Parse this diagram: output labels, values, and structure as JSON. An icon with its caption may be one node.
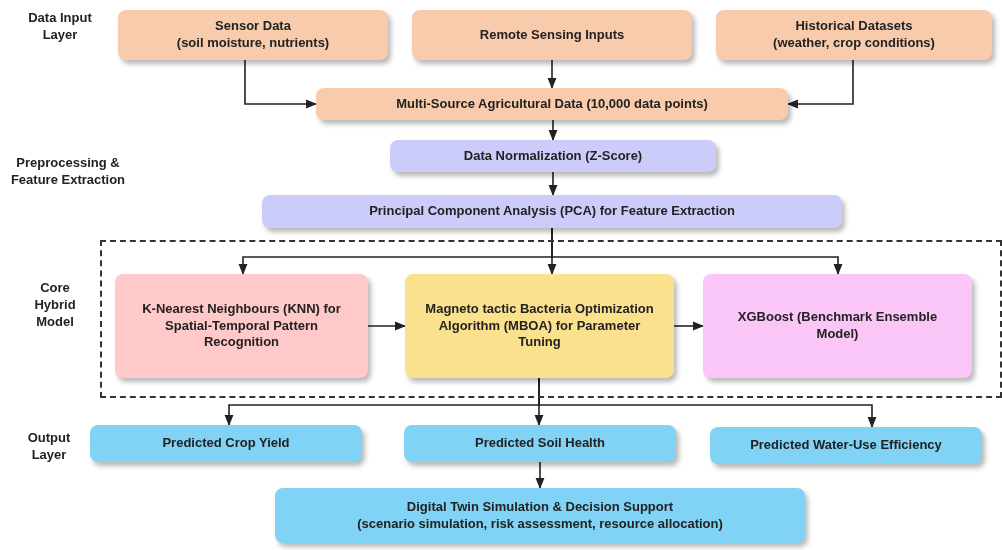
{
  "diagram": {
    "nodes": [
      {
        "text": [
          "Sensor Data",
          "(soil moisture, nutrients)"
        ]
      },
      {
        "text": [
          "Remote Sensing Inputs"
        ]
      },
      {
        "text": [
          "Historical Datasets",
          "(weather, crop conditions)"
        ]
      },
      {
        "text": [
          "Multi-Source Agricultural Data (10,000 data points)"
        ]
      },
      {
        "text": [
          "Data Normalization (Z-Score)"
        ]
      },
      {
        "text": [
          "Principal Component Analysis (PCA) for Feature Extraction"
        ]
      },
      {
        "text": [],
        "shape": "box"
      },
      {
        "text": [
          "K-Nearest Neighbours (KNN) for Spatial-Temporal Pattern Recognition"
        ],
        "in": 6
      },
      {
        "text": [
          "Magneto tactic Bacteria Optimization Algorithm (MBOA) for Parameter Tuning"
        ],
        "in": 6
      },
      {
        "text": [
          "XGBoost (Benchmark Ensemble Model)"
        ],
        "in": 6
      },
      {
        "text": [
          "Predicted Crop Yield"
        ]
      },
      {
        "text": [
          "Predicted Soil Health"
        ]
      },
      {
        "text": [
          "Predicted Water-Use Efficiency"
        ]
      },
      {
        "text": [
          "Digital Twin Simulation & Decision Support",
          "(scenario simulation, risk assessment, resource allocation)"
        ]
      }
    ],
    "edges": [
      {
        "from": 0,
        "to": 3,
        "arrow": "to"
      },
      {
        "from": 1,
        "to": 3,
        "arrow": "to"
      },
      {
        "from": 2,
        "to": 3,
        "arrow": "to"
      },
      {
        "from": 3,
        "to": 4,
        "arrow": "to"
      },
      {
        "from": 4,
        "to": 5,
        "arrow": "to"
      },
      {
        "from": 5,
        "to": 7,
        "arrow": "to"
      },
      {
        "from": 5,
        "to": 8,
        "arrow": "to"
      },
      {
        "from": 5,
        "to": 9,
        "arrow": "to"
      },
      {
        "from": 7,
        "to": 8,
        "arrow": "to"
      },
      {
        "from": 8,
        "to": 9,
        "arrow": "to"
      },
      {
        "from": 8,
        "to": 10,
        "arrow": "to"
      },
      {
        "from": 8,
        "to": 11,
        "arrow": "to"
      },
      {
        "from": 8,
        "to": 12,
        "arrow": "to"
      },
      {
        "from": 11,
        "to": 13,
        "arrow": "to"
      }
    ],
    "labels": [
      "Data Input Layer",
      "Preprocessing & Feature Extraction",
      "Core Hybrid Model",
      "Output Layer"
    ]
  }
}
